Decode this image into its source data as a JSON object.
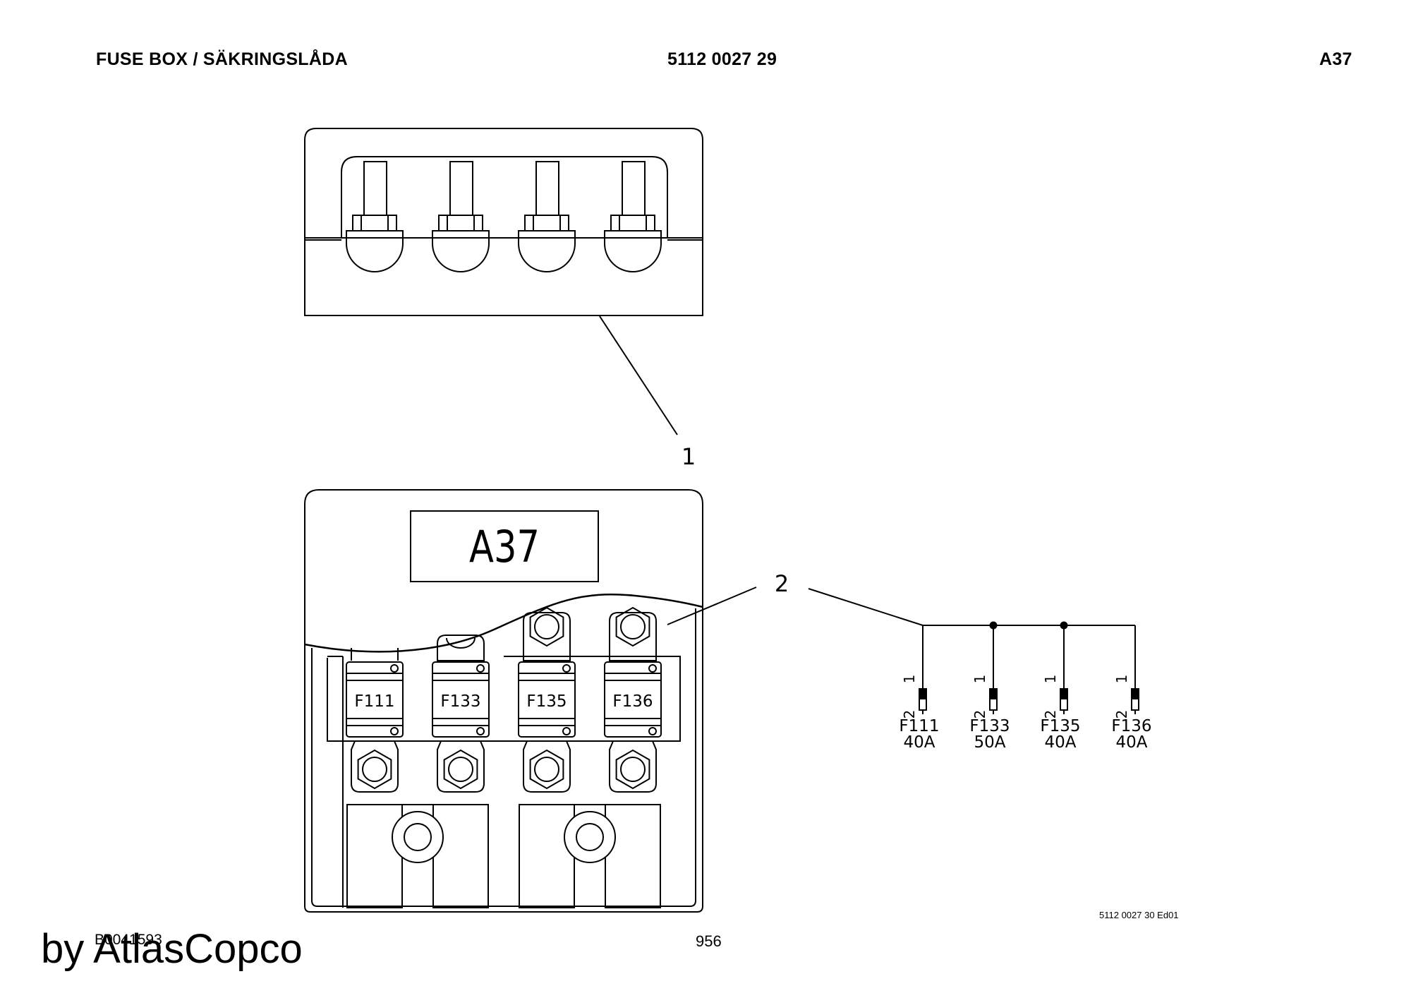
{
  "header": {
    "title": "FUSE BOX / SÄKRINGSLÅDA",
    "part_number": "5112 0027 29",
    "designation": "A37"
  },
  "drawing": {
    "callout_1": "1",
    "callout_2": "2",
    "box_label": "A37",
    "fuses": [
      {
        "id": "F111",
        "rating": "40A"
      },
      {
        "id": "F133",
        "rating": "50A"
      },
      {
        "id": "F135",
        "rating": "40A"
      },
      {
        "id": "F136",
        "rating": "40A"
      }
    ],
    "pin_top": "1",
    "pin_bottom": "2"
  },
  "footer": {
    "drawing_ref": "5112 0027 30 Ed01",
    "image_code": "B0041593",
    "page_number": "956",
    "watermark": "by AtlasCopco"
  }
}
